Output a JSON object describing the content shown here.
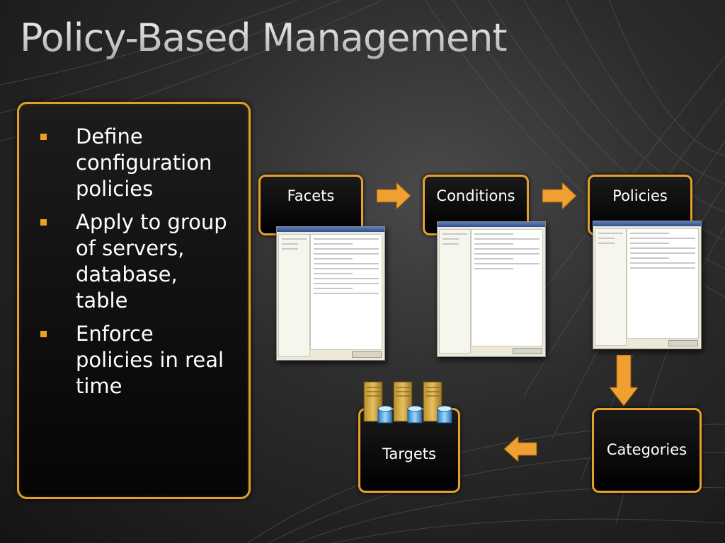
{
  "slide": {
    "title": "Policy-Based Management"
  },
  "bullets": [
    "Define configuration policies",
    "Apply to group of servers, database, table",
    "Enforce policies in real time"
  ],
  "nodes": {
    "facets": "Facets",
    "conditions": "Conditions",
    "policies": "Policies",
    "categories": "Categories",
    "targets": "Targets"
  },
  "colors": {
    "accent": "#e6a02c",
    "arrow": "#f0a030",
    "box_fill": "#000000",
    "title_text": "#e6e6e6"
  },
  "icons": {
    "targets": "server-database-icon"
  }
}
